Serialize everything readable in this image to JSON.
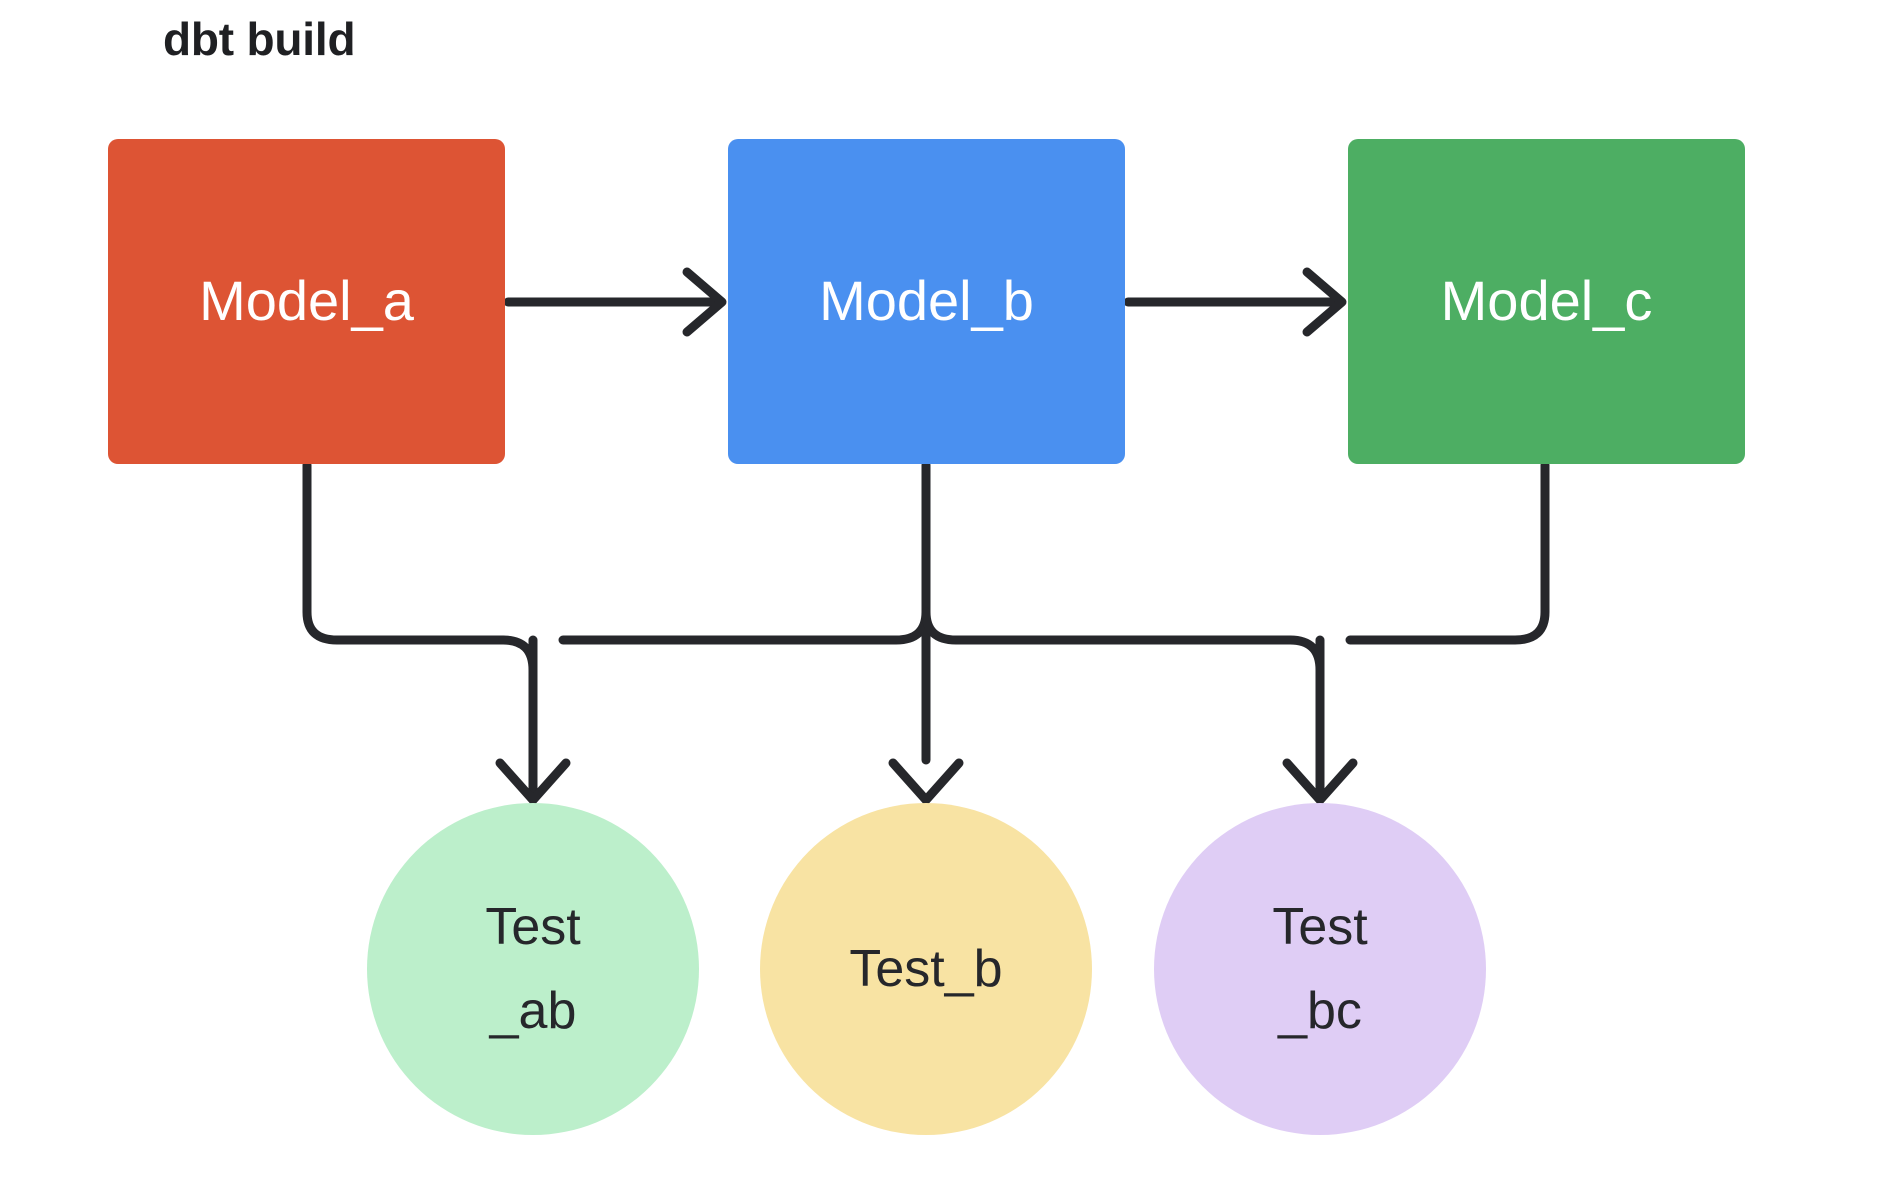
{
  "diagram": {
    "title": "dbt build",
    "type": "flowchart",
    "background_color": "#ffffff",
    "edge_color": "#26272b"
  },
  "models": [
    {
      "id": "model_a",
      "label": "Model_a",
      "shape": "rectangle",
      "color": "#dd5434",
      "text_color": "#ffffff"
    },
    {
      "id": "model_b",
      "label": "Model_b",
      "shape": "rectangle",
      "color": "#4a90f0",
      "text_color": "#ffffff"
    },
    {
      "id": "model_c",
      "label": "Model_c",
      "shape": "rectangle",
      "color": "#4dae63",
      "text_color": "#ffffff"
    }
  ],
  "tests": [
    {
      "id": "test_ab",
      "label": "Test\n_ab",
      "shape": "circle",
      "color": "#bcefcb",
      "text_color": "#26272b"
    },
    {
      "id": "test_b",
      "label": "Test_b",
      "shape": "circle",
      "color": "#f8e3a3",
      "text_color": "#26272b"
    },
    {
      "id": "test_bc",
      "label": "Test\n_bc",
      "shape": "circle",
      "color": "#dfcdf5",
      "text_color": "#26272b"
    }
  ],
  "edges": [
    {
      "from": "model_a",
      "to": "model_b",
      "style": "straight-arrow"
    },
    {
      "from": "model_b",
      "to": "model_c",
      "style": "straight-arrow"
    },
    {
      "from": "model_a",
      "to": "test_ab",
      "style": "orthogonal-arrow"
    },
    {
      "from": "model_b",
      "to": "test_ab",
      "style": "orthogonal-arrow"
    },
    {
      "from": "model_b",
      "to": "test_b",
      "style": "orthogonal-arrow"
    },
    {
      "from": "model_b",
      "to": "test_bc",
      "style": "orthogonal-arrow"
    },
    {
      "from": "model_c",
      "to": "test_bc",
      "style": "orthogonal-arrow"
    }
  ]
}
